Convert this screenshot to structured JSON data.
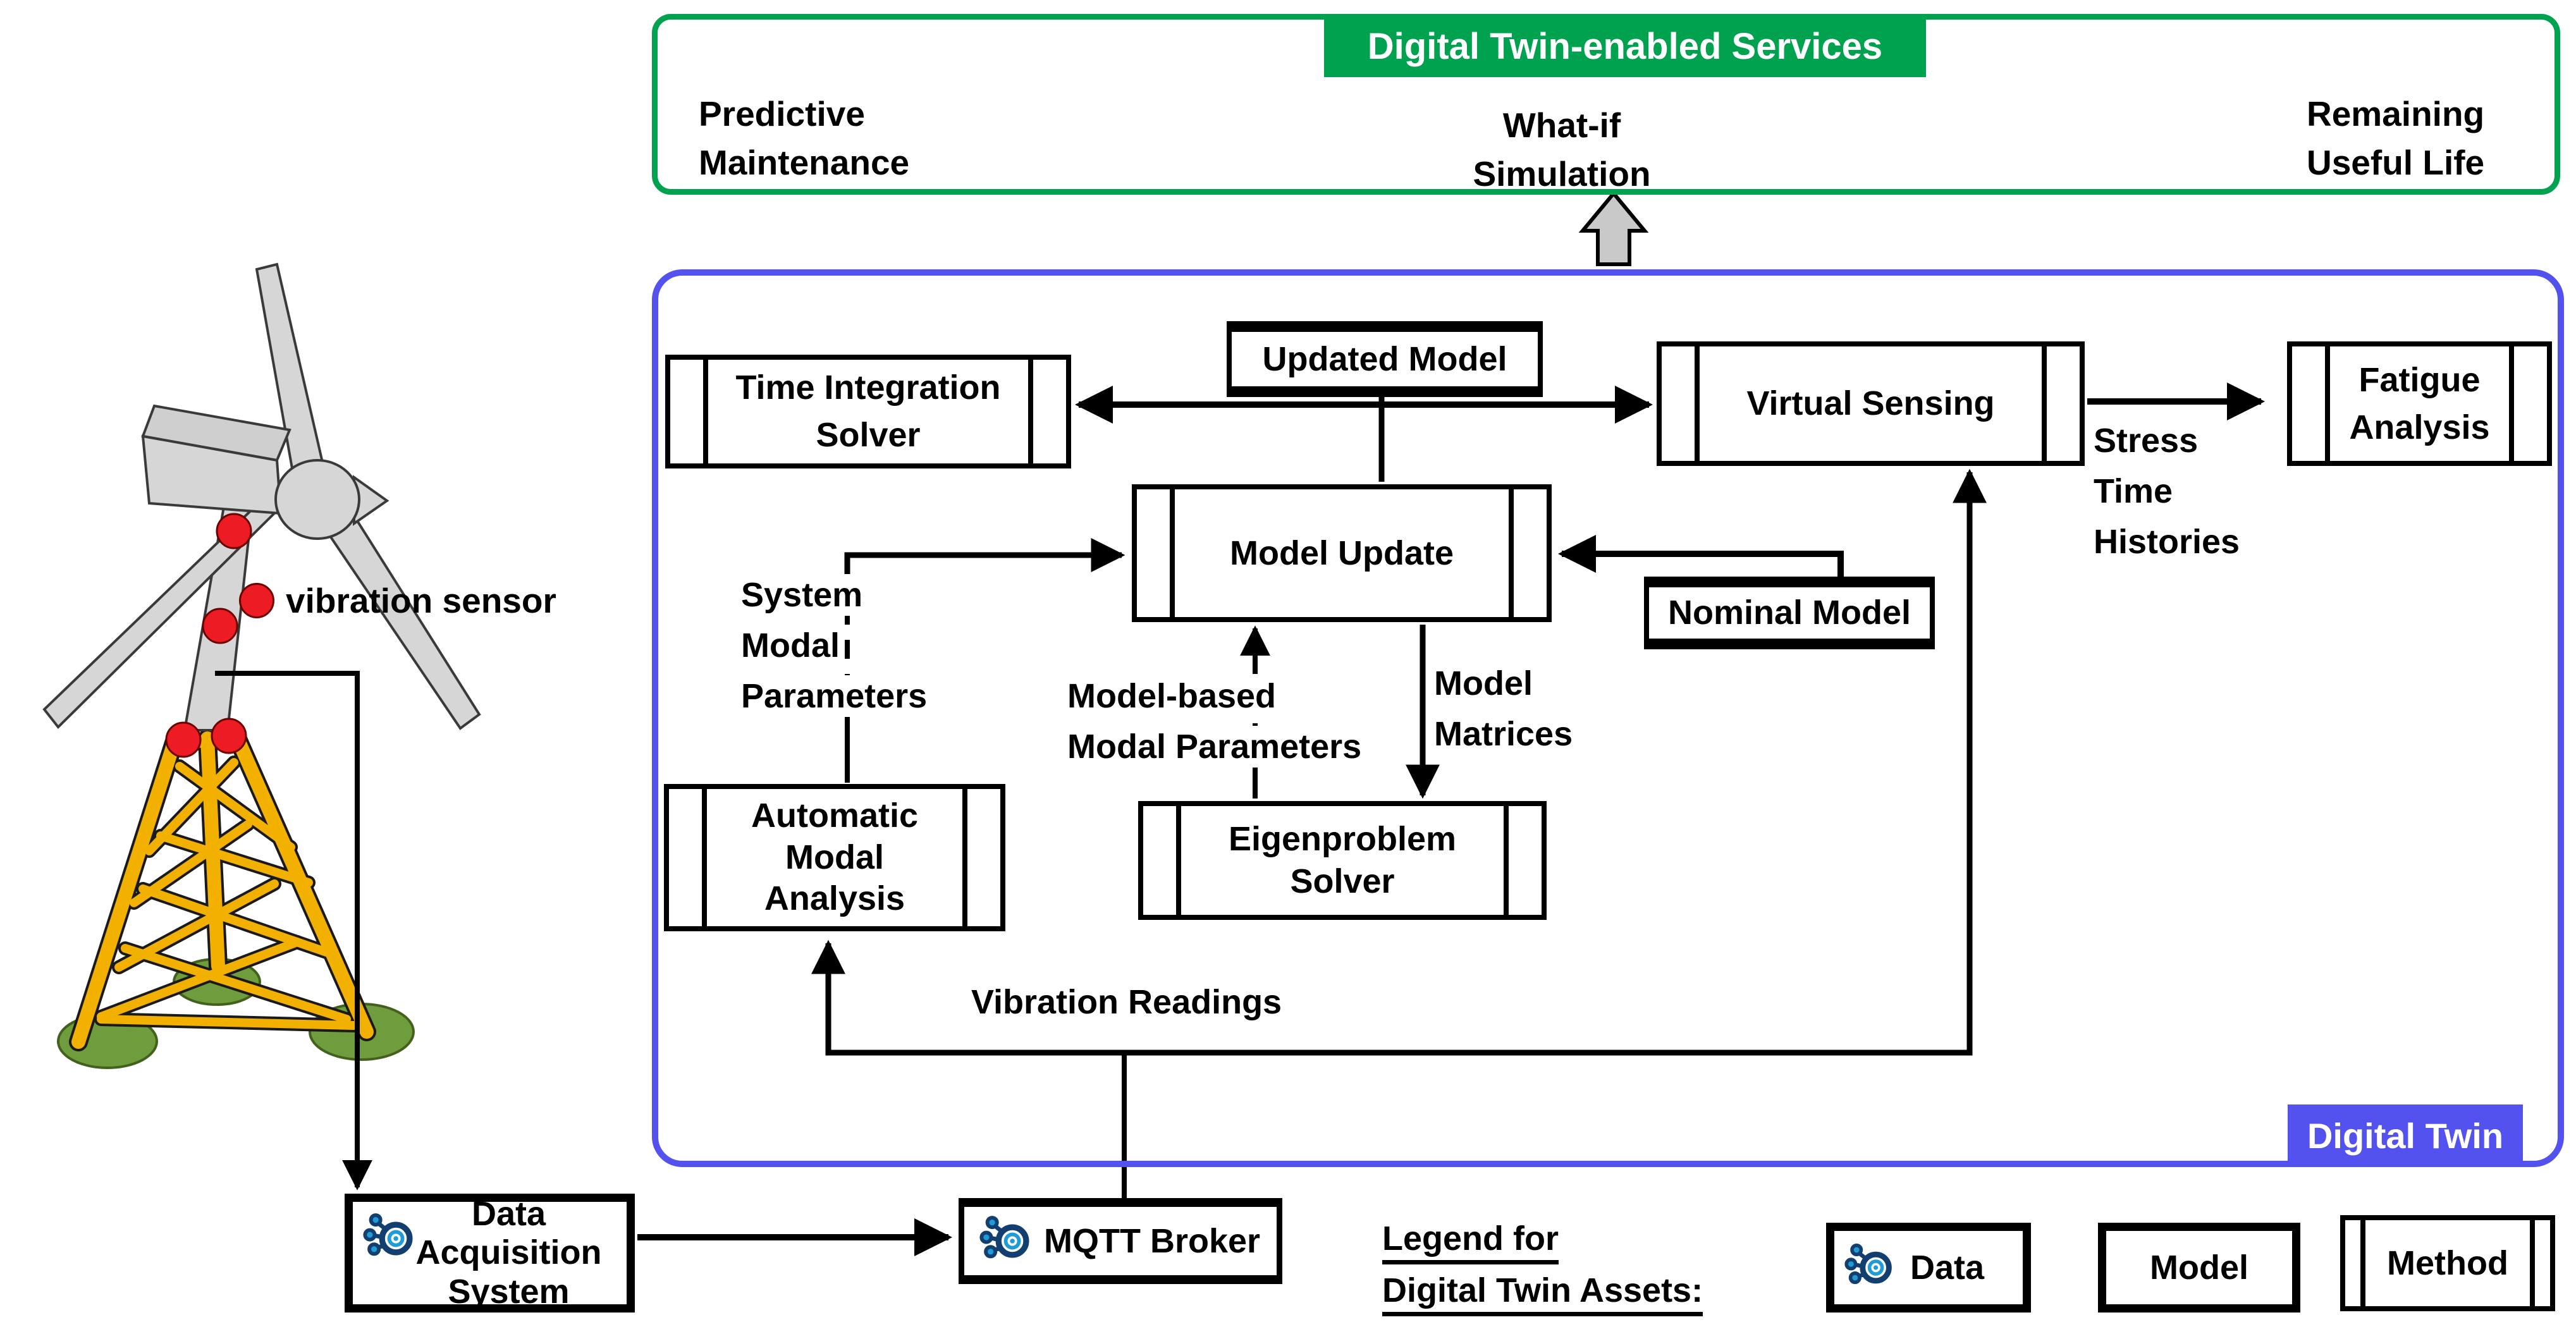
{
  "colors": {
    "green": "#00a24f",
    "blue": "#5352ee",
    "red": "#ed1c24",
    "navy": "#123f6f",
    "lightblue": "#1f9cd7",
    "yellow": "#f2b000",
    "padgreen": "#6f9c3c",
    "arrowgray": "#c9c9c9"
  },
  "services": {
    "title": "Digital Twin-enabled Services",
    "left": "Predictive\nMaintenance",
    "center": "What-if\nSimulation",
    "right": "Remaining\nUseful Life"
  },
  "digital_twin": {
    "label": "Digital Twin"
  },
  "boxes": {
    "time_integration": "Time Integration\nSolver",
    "updated_model": "Updated Model",
    "virtual_sensing": "Virtual Sensing",
    "fatigue_analysis": "Fatigue\nAnalysis",
    "model_update": "Model Update",
    "nominal_model": "Nominal Model",
    "automatic_modal": "Automatic\nModal\nAnalysis",
    "eigenproblem": "Eigenproblem\nSolver",
    "das": "Data\nAcquisition\nSystem",
    "mqtt": "MQTT Broker"
  },
  "edge_labels": {
    "system_modal": [
      "System",
      "Modal",
      "Parameters"
    ],
    "model_based": [
      "Model-based",
      "Modal Parameters"
    ],
    "model_matrices": [
      "Model",
      "Matrices"
    ],
    "stress_time": [
      "Stress",
      "Time",
      "Histories"
    ],
    "vibration_readings": "Vibration Readings"
  },
  "physical": {
    "vibration_sensor": "vibration sensor"
  },
  "legend": {
    "title": [
      "Legend for ",
      "Digital Twin Assets:"
    ],
    "items": [
      "Data",
      "Model",
      "Method"
    ]
  }
}
